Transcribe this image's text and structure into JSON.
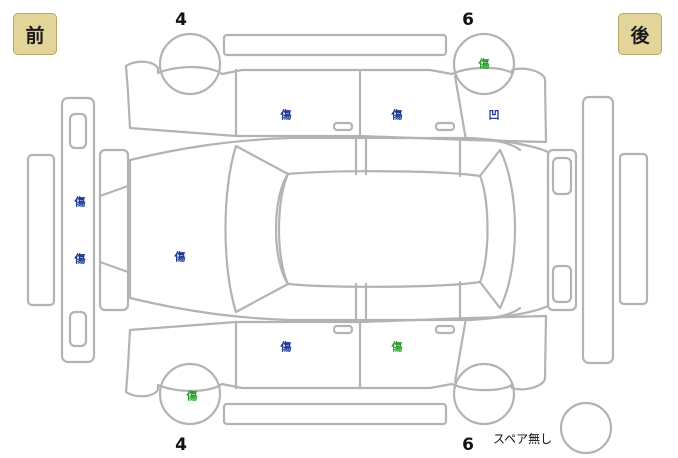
{
  "labels": {
    "front": "前",
    "rear": "後",
    "tire_front_top": "4",
    "tire_rear_top": "6",
    "tire_front_bottom": "4",
    "tire_rear_bottom": "6",
    "spare": "スペア無し"
  },
  "marks": {
    "scratch": "傷",
    "dent": "凹"
  },
  "colors": {
    "outline": "#b3b3b3",
    "scratch_blue": "#1f3a93",
    "scratch_green": "#2f9e2f",
    "dent_blue": "#1f3a93",
    "badge": "#e3d59a"
  },
  "damage": [
    {
      "id": "top-front-door",
      "mark": "scratch",
      "color": "#1f3a93"
    },
    {
      "id": "top-rear-door",
      "mark": "scratch",
      "color": "#1f3a93"
    },
    {
      "id": "top-rear-quarter",
      "mark": "dent",
      "color": "#1f3a93"
    },
    {
      "id": "top-rear-wheel",
      "mark": "scratch",
      "color": "#2f9e2f"
    },
    {
      "id": "front-bumper-upper",
      "mark": "scratch",
      "color": "#1f3a93"
    },
    {
      "id": "front-bumper-lower",
      "mark": "scratch",
      "color": "#1f3a93"
    },
    {
      "id": "hood",
      "mark": "scratch",
      "color": "#1f3a93"
    },
    {
      "id": "bottom-front-door",
      "mark": "scratch",
      "color": "#1f3a93"
    },
    {
      "id": "bottom-rear-door",
      "mark": "scratch",
      "color": "#2f9e2f"
    },
    {
      "id": "bottom-front-wheel",
      "mark": "scratch",
      "color": "#2f9e2f"
    }
  ]
}
